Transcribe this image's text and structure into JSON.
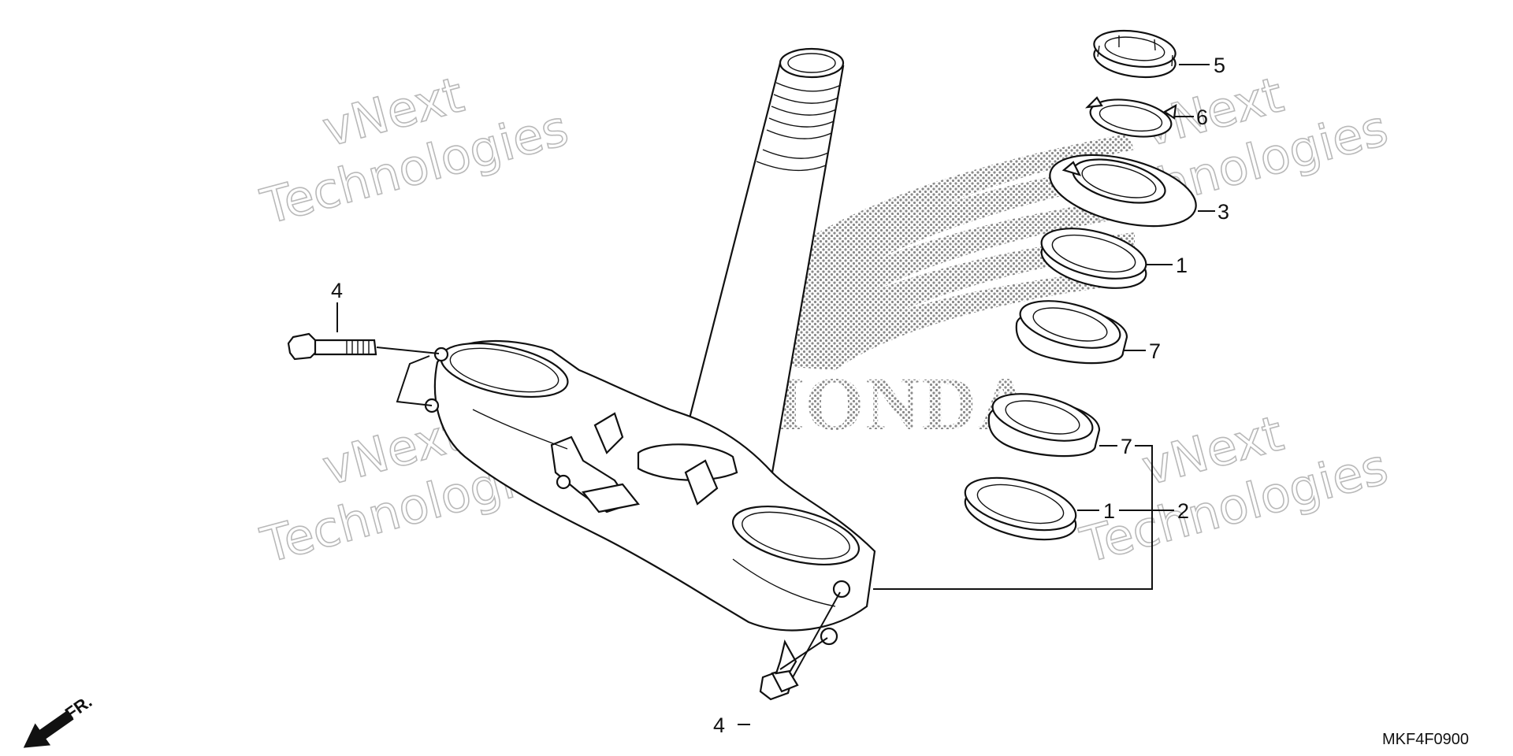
{
  "diagram": {
    "part_numbers": {
      "p1a": "1",
      "p1b": "1",
      "p2": "2",
      "p3": "3",
      "p4a": "4",
      "p4b": "4",
      "p5": "5",
      "p6": "6",
      "p7a": "7",
      "p7b": "7"
    },
    "direction_label": "FR.",
    "diagram_code": "MKF4F0900",
    "background_logo_text": "HONDA",
    "watermark": {
      "line1": "vNext",
      "line2": "Technologies"
    }
  }
}
